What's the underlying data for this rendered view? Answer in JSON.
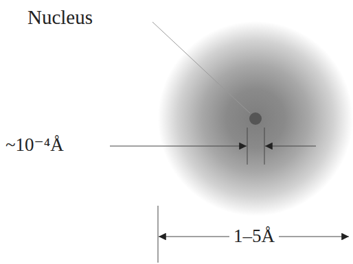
{
  "diagram": {
    "labels": [
      "Nucleus",
      "~10⁻⁴Å",
      "1–5Å"
    ]
  }
}
